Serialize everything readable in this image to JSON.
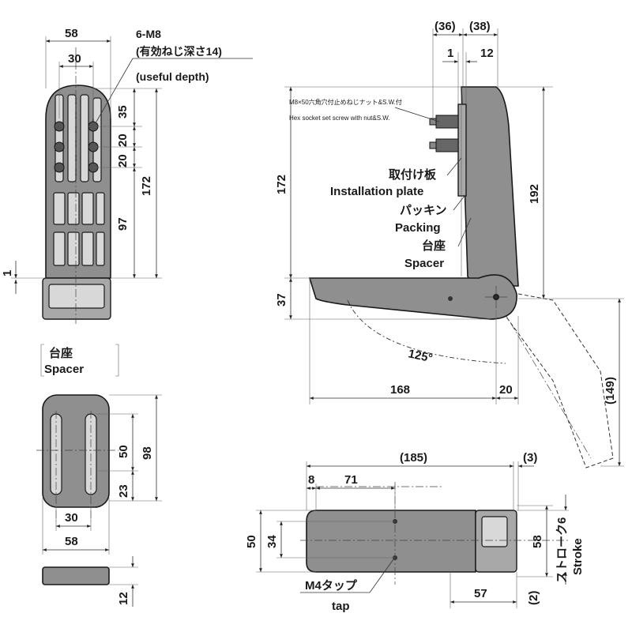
{
  "front_view": {
    "dims": {
      "width": "58",
      "pitch": "30",
      "h1": "35",
      "h2": "20",
      "h3": "20",
      "total": "172",
      "lower": "97",
      "offset": "1"
    },
    "thread": {
      "spec": "6-M8",
      "depth_jp": "(有効ねじ深さ14)",
      "depth_en": "(useful depth)"
    }
  },
  "spacer_view": {
    "title_jp": "台座",
    "title_en": "Spacer",
    "dims": {
      "slot": "50",
      "height": "98",
      "bottom": "23",
      "pitch": "30",
      "width": "58",
      "thickness": "12"
    }
  },
  "side_view": {
    "dims": {
      "top_left": "(36)",
      "top_right": "(38)",
      "gap": "1",
      "plate": "12",
      "left_height": "172",
      "right_height": "192",
      "base_height": "37",
      "length": "168",
      "tail": "20",
      "stroke_height": "(149)",
      "angle": "125°"
    },
    "bolt_note_jp": "M8×50六角穴付止めねじナット&S.W.付",
    "bolt_note_en": "Hex socket set screw with nut&S.W.",
    "labels": {
      "install_jp": "取付け板",
      "install_en": "Installation plate",
      "packing_jp": "パッキン",
      "packing_en": "Packing",
      "spacer_jp": "台座",
      "spacer_en": "Spacer"
    }
  },
  "bottom_view": {
    "dims": {
      "overall": "(185)",
      "extra": "(3)",
      "edge": "8",
      "hole_pitch": "71",
      "outer_width": "50",
      "inner_width": "34",
      "right_width": "58",
      "right_length": "57",
      "small": "(2)"
    },
    "stroke_jp": "ストローク6",
    "stroke_en": "Stroke",
    "tap_jp": "M4タップ",
    "tap_en": "tap"
  }
}
